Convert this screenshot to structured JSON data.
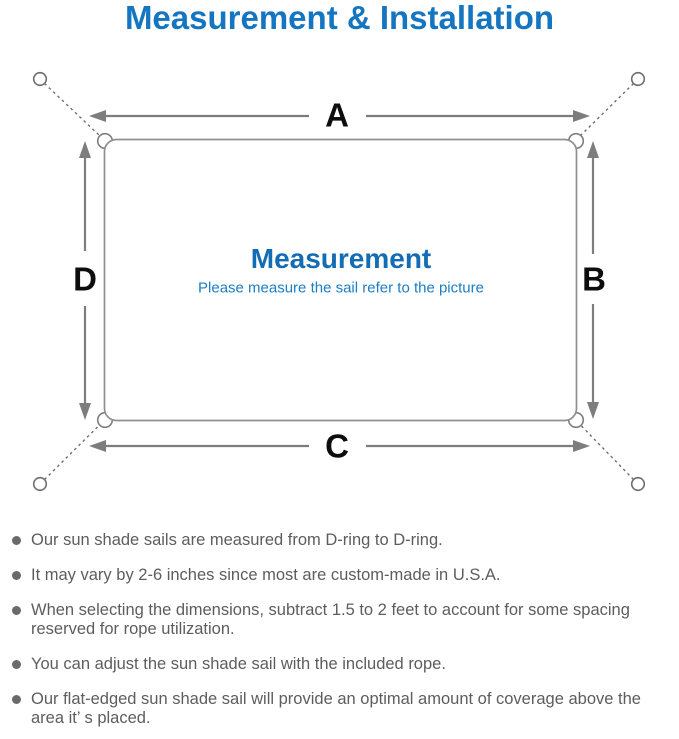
{
  "title": "Measurement & Installation",
  "diagram": {
    "dimension_labels": {
      "top": "A",
      "right": "B",
      "bottom": "C",
      "left": "D"
    },
    "center": {
      "heading": "Measurement",
      "subtitle": "Please measure the sail refer to the picture"
    }
  },
  "notes": {
    "items": [
      "Our sun shade sails are measured from D-ring to D-ring.",
      "It may vary by 2-6 inches since most are custom-made in U.S.A.",
      "When selecting the dimensions, subtract 1.5 to 2 feet to account for some spacing reserved for rope utilization.",
      "You can adjust the sun shade sail with the included rope.",
      "Our flat-edged sun shade sail will provide an optimal amount of coverage above the area it’ s placed."
    ]
  },
  "colors": {
    "title_blue": "#1475c0",
    "heading_blue": "#146cb4",
    "subtitle_blue": "#1b7ec6",
    "label_black": "#0d0d0d",
    "arrow_gray": "#7d7d7d",
    "outline_gray": "#909090",
    "note_text_gray": "#5d5d5d"
  }
}
